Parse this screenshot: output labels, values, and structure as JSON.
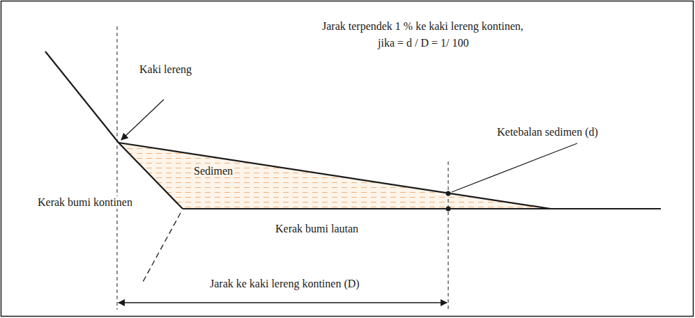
{
  "diagram": {
    "labels": [
      "Jarak terpendek 1 % ke kaki lereng kontinen,",
      "jika = d / D = 1/ 100",
      "Kaki lereng",
      "Ketebalan sedimen (d)",
      "Sedimen",
      "Kerak bumi kontinen",
      "Kerak bumi lautan",
      "Jarak ke kaki lereng kontinen (D)"
    ]
  }
}
